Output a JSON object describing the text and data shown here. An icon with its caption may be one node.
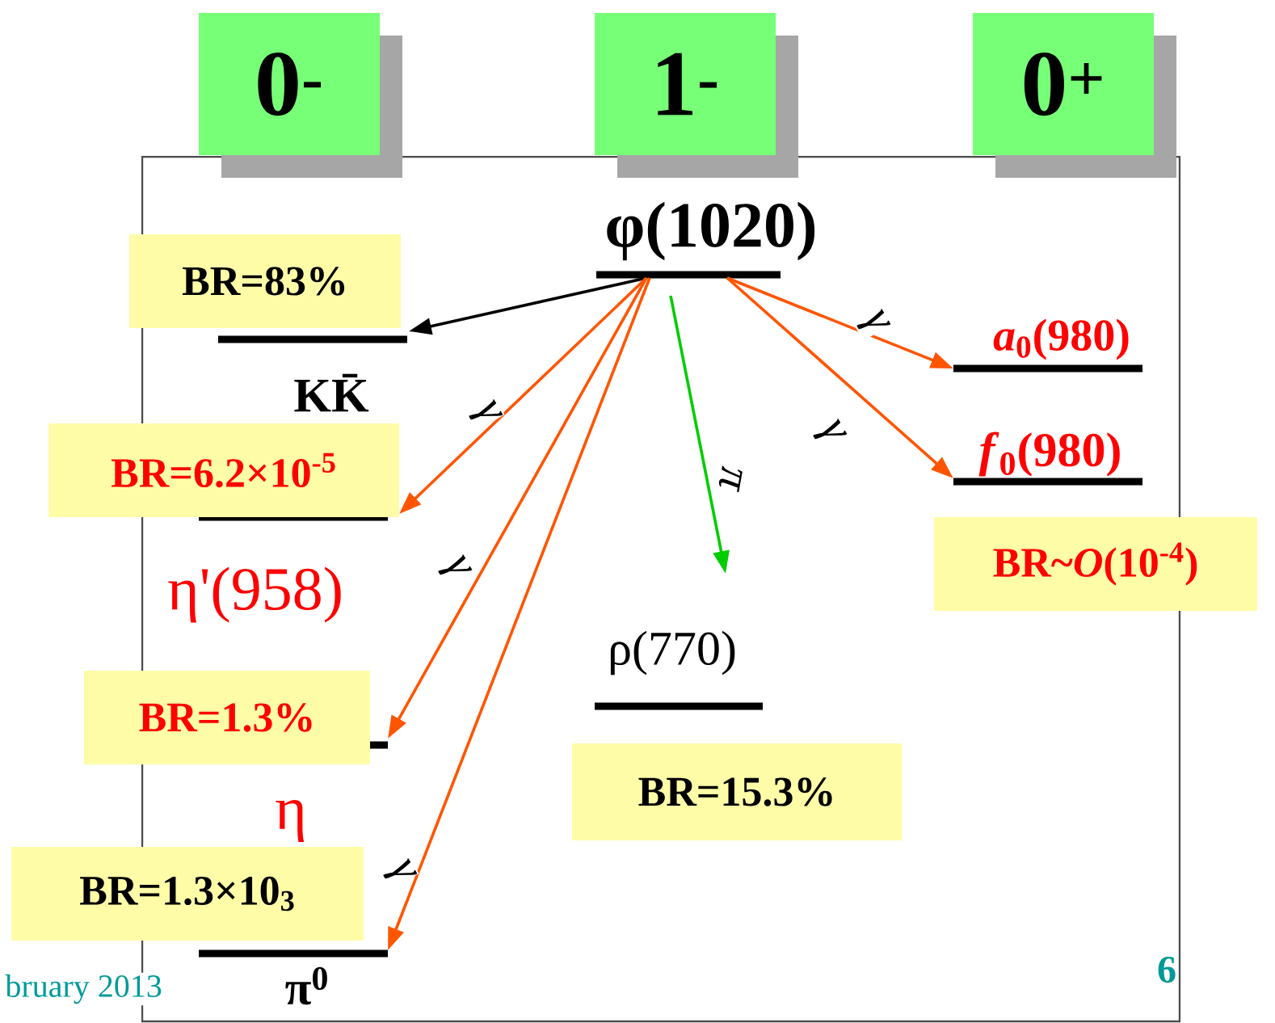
{
  "diagram": {
    "nodes": [
      {
        "text": [
          "0$^{-}$"
        ]
      },
      {
        "text": [
          "1$^{-}$"
        ]
      },
      {
        "text": [
          "0$^{+}$"
        ]
      },
      {
        "text": [
          "φ(1020)"
        ]
      },
      {
        "text": [
          "KK̄"
        ]
      },
      {
        "text": [
          "η'(958)"
        ]
      },
      {
        "text": [
          "η"
        ]
      },
      {
        "text": [
          "π$^{0}$"
        ]
      },
      {
        "text": [
          "*a*$_{0}$(980)"
        ]
      },
      {
        "text": [
          "*f*$_{0}$(980)"
        ]
      },
      {
        "text": [
          "ρ(770)"
        ]
      },
      {
        "text": [
          "BR=83%"
        ]
      },
      {
        "text": [
          "BR=6.2×10$^{-5}$"
        ]
      },
      {
        "text": [
          "BR~*O*(10$^{-4}$)"
        ]
      },
      {
        "text": [
          "BR=1.3%"
        ]
      },
      {
        "text": [
          "BR=15.3%"
        ]
      },
      {
        "text": [
          "BR=1.3×10$_{3}$"
        ]
      }
    ],
    "edges": [
      {
        "from": 3,
        "to": 4,
        "arrow": "to",
        "color": "#000000"
      },
      {
        "from": 3,
        "to": 5,
        "arrow": "to",
        "label": "γ"
      },
      {
        "from": 3,
        "to": 6,
        "arrow": "to",
        "label": "γ"
      },
      {
        "from": 3,
        "to": 7,
        "arrow": "to",
        "label": "γ"
      },
      {
        "from": 3,
        "to": 10,
        "arrow": "to",
        "label": "π",
        "color": "#00cc00"
      },
      {
        "from": 3,
        "to": 8,
        "arrow": "to",
        "label": "γ"
      },
      {
        "from": 3,
        "to": 9,
        "arrow": "to",
        "label": "γ"
      }
    ],
    "labels": [
      "bruary 2013",
      "6"
    ]
  }
}
